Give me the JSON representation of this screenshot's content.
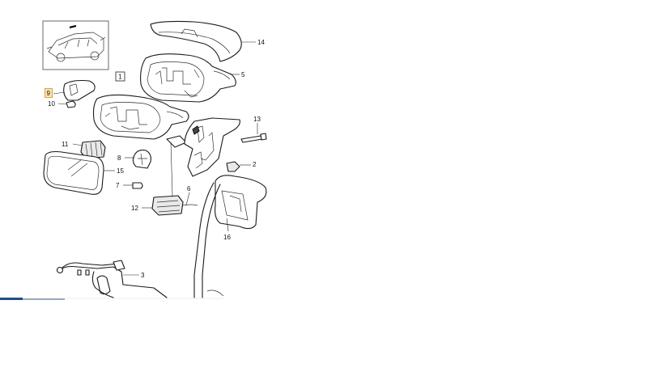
{
  "diagram": {
    "set_label": "1",
    "callouts": {
      "c2": "2",
      "c3": "3",
      "c5": "5",
      "c6": "6",
      "c7": "7",
      "c8": "8",
      "c9": "9",
      "c10": "10",
      "c11": "11",
      "c12": "12",
      "c13": "13",
      "c14": "14",
      "c15": "15",
      "c16": "16"
    },
    "highlighted_callout": "9",
    "colors": {
      "line": "#1a1a1a",
      "highlight_fill": "#fde5b0",
      "highlight_stroke": "#d9a441",
      "footer_bar": "#1f4f86"
    }
  }
}
